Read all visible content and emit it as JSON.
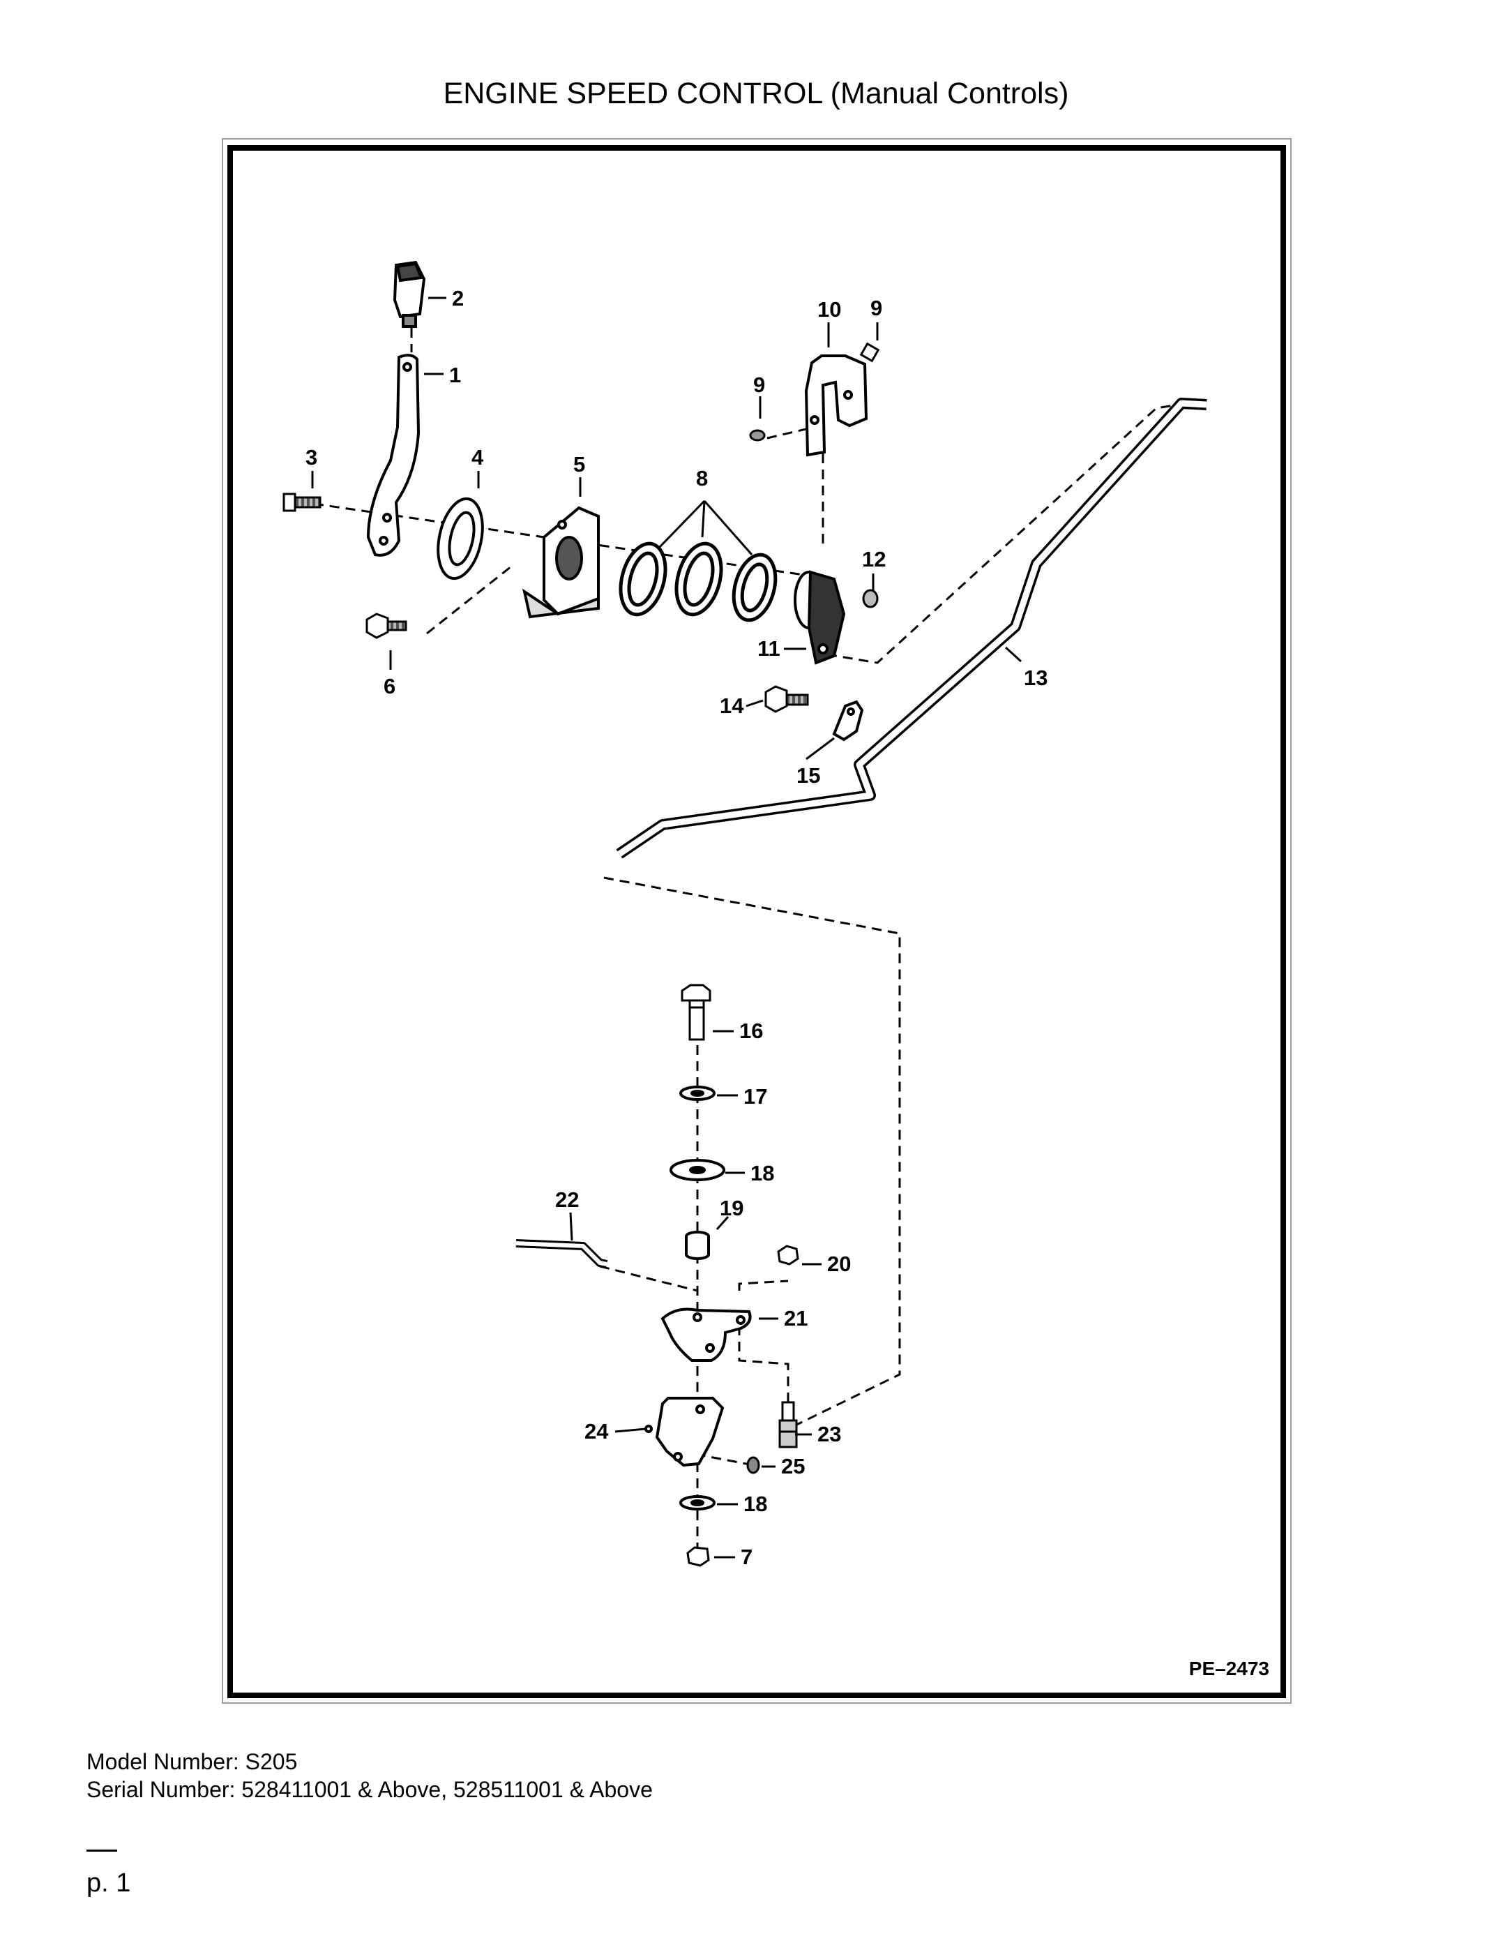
{
  "title": "ENGINE SPEED CONTROL (Manual Controls)",
  "drawing_id": "PE–2473",
  "model_line": "Model Number: S205",
  "serial_line": "Serial Number: 528411001 & Above, 528511001 & Above",
  "page_label": "p. 1",
  "callouts": {
    "c1": "1",
    "c2": "2",
    "c3": "3",
    "c4": "4",
    "c5": "5",
    "c6": "6",
    "c7": "7",
    "c8": "8",
    "c9a": "9",
    "c9b": "9",
    "c10": "10",
    "c11": "11",
    "c12": "12",
    "c13": "13",
    "c14": "14",
    "c15": "15",
    "c16": "16",
    "c17": "17",
    "c18a": "18",
    "c18b": "18",
    "c19": "19",
    "c20": "20",
    "c21": "21",
    "c22": "22",
    "c23": "23",
    "c24": "24",
    "c25": "25"
  }
}
